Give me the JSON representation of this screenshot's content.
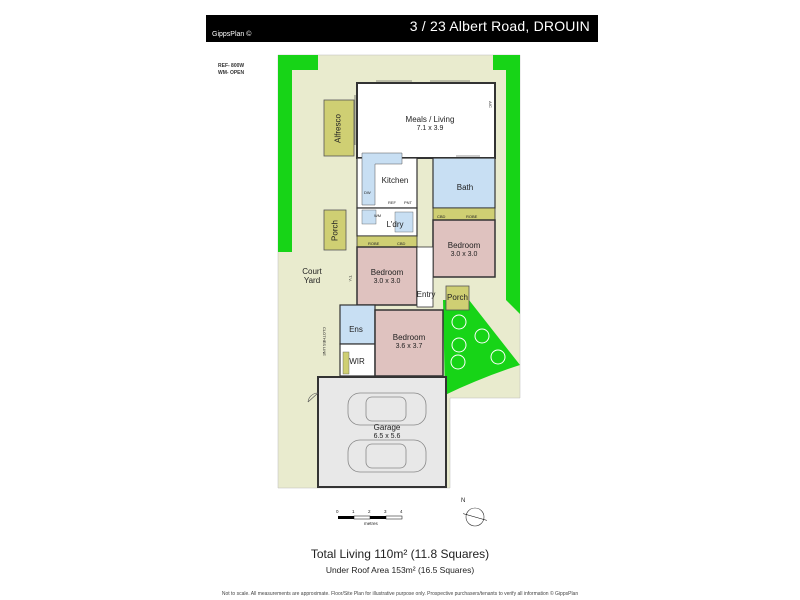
{
  "header": {
    "brand": "GippsPlan ©",
    "address": "3 / 23 Albert Road, DROUIN"
  },
  "notes": [
    "REF- 800W",
    "WM- OPEN"
  ],
  "rooms": {
    "meals_living": {
      "name": "Meals / Living",
      "size": "7.1 x 3.9"
    },
    "alfresco": {
      "name": "Alfresco"
    },
    "kitchen": {
      "name": "Kitchen"
    },
    "bath": {
      "name": "Bath"
    },
    "laundry": {
      "name": "L'dry"
    },
    "porch_left": {
      "name": "Porch"
    },
    "porch_right": {
      "name": "Porch"
    },
    "bedroom_right": {
      "name": "Bedroom",
      "size": "3.0 x 3.0"
    },
    "bedroom_mid": {
      "name": "Bedroom",
      "size": "3.0 x 3.0"
    },
    "bedroom_main": {
      "name": "Bedroom",
      "size": "3.6 x 3.7"
    },
    "court_yard": {
      "name": "Court\nYard"
    },
    "entry": {
      "name": "Entry"
    },
    "ensuite": {
      "name": "Ens"
    },
    "wir": {
      "name": "WIR"
    },
    "garage": {
      "name": "Garage",
      "size": "6.5 x 5.6"
    }
  },
  "fixtures": {
    "dw": "DW",
    "ref": "REF",
    "pnt": "PNT",
    "wm": "WM",
    "robe1": "ROBE",
    "cbd1": "CBD",
    "robe2": "ROBE",
    "cbd2": "CBD",
    "ac": "A/C",
    "tv": "T.V.",
    "clothes_line": "CLOTHES LINE"
  },
  "scale": {
    "ticks": [
      "0",
      "1",
      "2",
      "3",
      "4"
    ],
    "unit": "metres"
  },
  "compass": "N",
  "totals": {
    "living": "Total Living 110m² (11.8 Squares)",
    "roof": "Under Roof Area 153m² (16.5 Squares)"
  },
  "disclaimer": "Not to scale. All measurements are approximate. Floor/Site Plan for illustrative purpose only. Prospective purchasers/tenants to verify all information © GippsPlan",
  "colors": {
    "lawn": "#e9ebce",
    "green": "#17d417",
    "alfresco": "#cfcf73",
    "bedroom": "#dfc2bf",
    "wet": "#c8dff3",
    "garage": "#e8e8e8"
  }
}
